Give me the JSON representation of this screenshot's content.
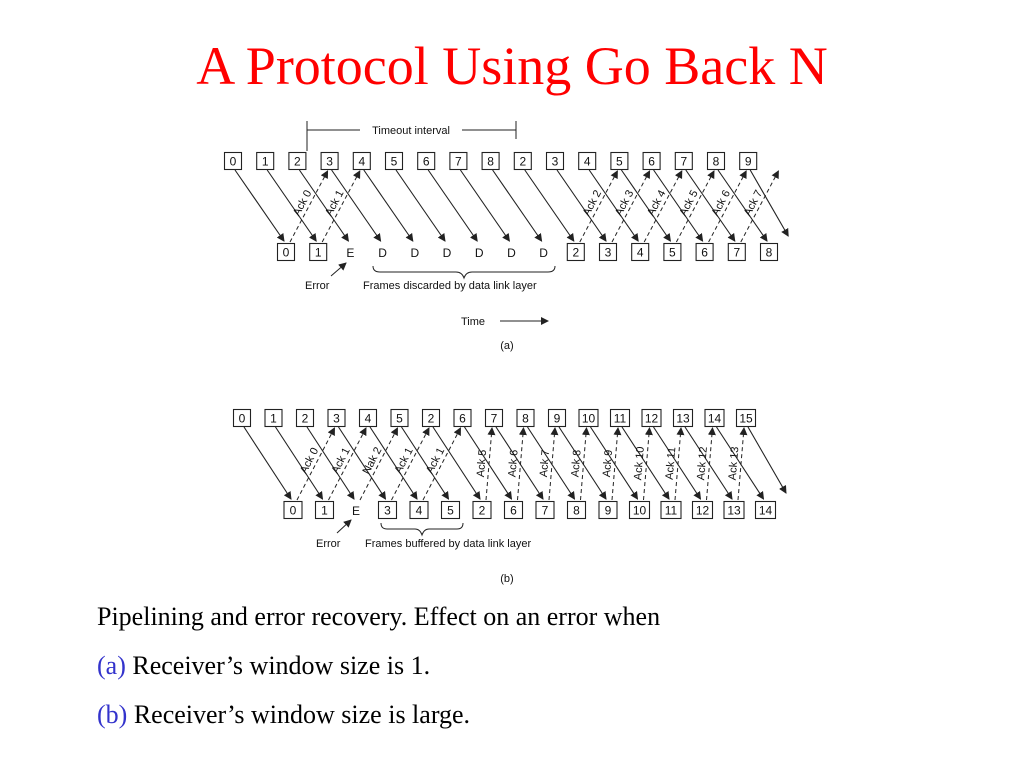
{
  "slide": {
    "title": "A Protocol Using Go Back N",
    "title_color": "#ff0000",
    "label_color": "#3333cc"
  },
  "caption": {
    "line1": "Pipelining and error recovery.  Effect on an error when",
    "line2_label": "(a)",
    "line2_text": " Receiver’s window size is 1.",
    "line3_label": "(b)",
    "line3_text": " Receiver’s window size is large."
  },
  "figure_a": {
    "timeout_label": "Timeout interval",
    "sender_frames": [
      "0",
      "1",
      "2",
      "3",
      "4",
      "5",
      "6",
      "7",
      "8",
      "2",
      "3",
      "4",
      "5",
      "6",
      "7",
      "8",
      "9"
    ],
    "receiver_slots": [
      "0",
      "1",
      "E",
      "D",
      "D",
      "D",
      "D",
      "D",
      "D",
      "2",
      "3",
      "4",
      "5",
      "6",
      "7",
      "8"
    ],
    "acks": [
      "Ack 0",
      "Ack 1",
      "Ack 2",
      "Ack 3",
      "Ack 4",
      "Ack 5",
      "Ack 6",
      "Ack 7"
    ],
    "error_label": "Error",
    "discard_label": "Frames discarded by data link layer",
    "time_label": "Time",
    "sublabel": "(a)"
  },
  "figure_b": {
    "sender_frames": [
      "0",
      "1",
      "2",
      "3",
      "4",
      "5",
      "2",
      "6",
      "7",
      "8",
      "9",
      "10",
      "11",
      "12",
      "13",
      "14",
      "15"
    ],
    "receiver_slots": [
      "0",
      "1",
      "E",
      "3",
      "4",
      "5",
      "2",
      "6",
      "7",
      "8",
      "9",
      "10",
      "11",
      "12",
      "13",
      "14"
    ],
    "acks": [
      "Ack 0",
      "Ack 1",
      "Nak 2",
      "Ack 1",
      "Ack 1",
      "Ack 5",
      "Ack 6",
      "Ack 7",
      "Ack 8",
      "Ack 9",
      "Ack 10",
      "Ack 11",
      "Ack 12",
      "Ack 13"
    ],
    "error_label": "Error",
    "buffer_label": "Frames buffered by data link layer",
    "sublabel": "(b)"
  }
}
